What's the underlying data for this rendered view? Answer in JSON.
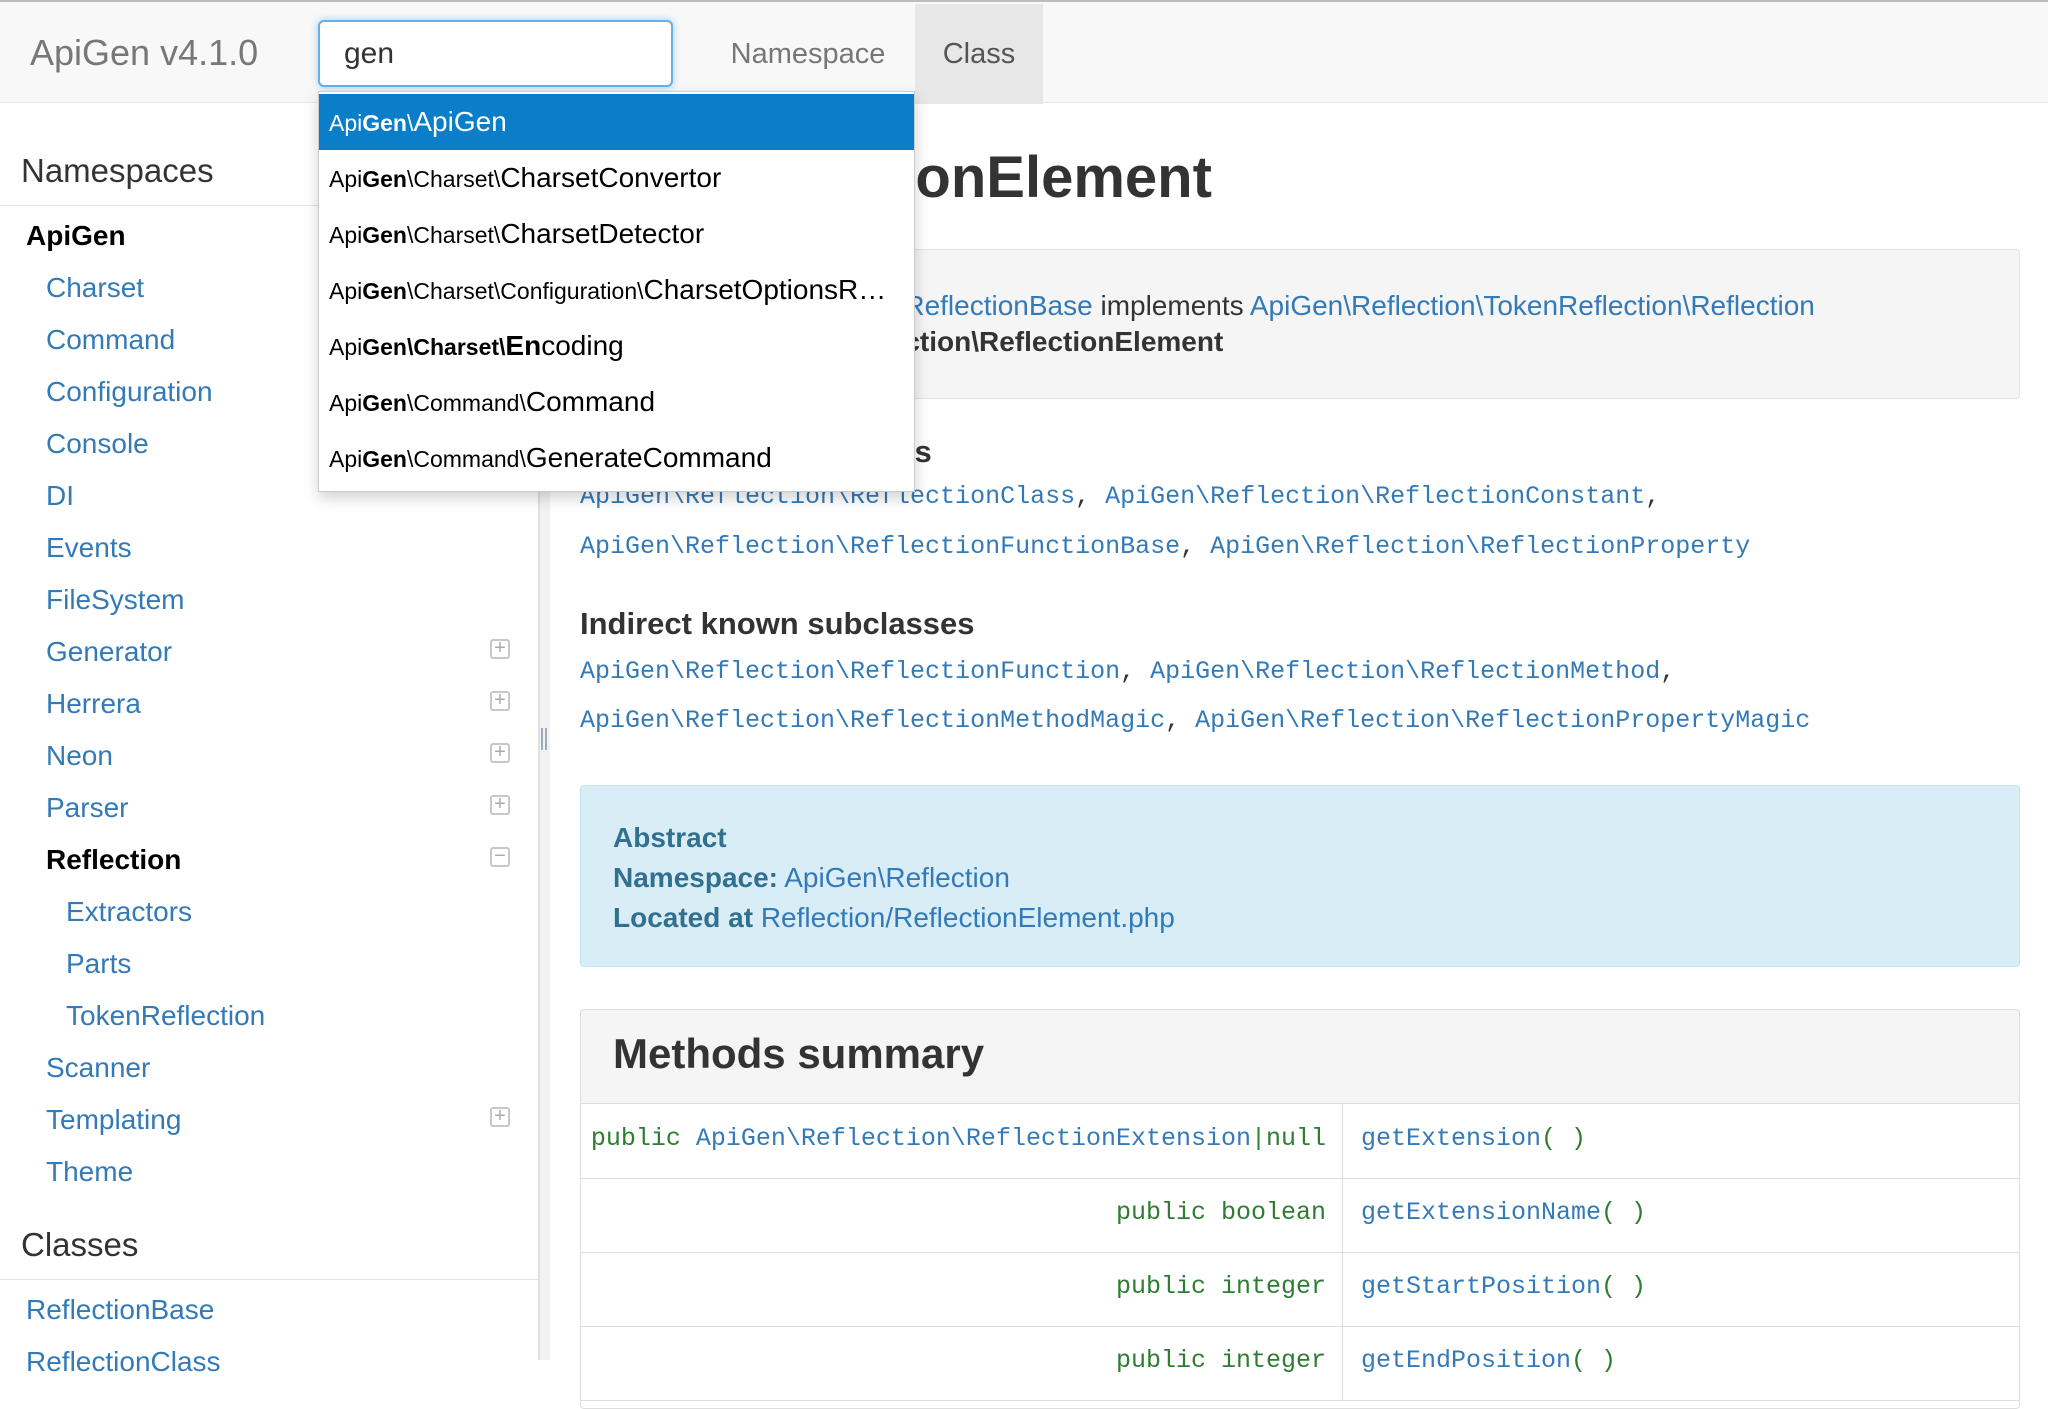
{
  "navbar": {
    "brand": "ApiGen v4.1.0",
    "search_value": "gen",
    "nav_namespace": "Namespace",
    "nav_class": "Class"
  },
  "autocomplete": {
    "items": [
      {
        "pre": "Api",
        "match": "Gen",
        "mid": "\\",
        "last": "ApiGen"
      },
      {
        "pre": "Api",
        "match": "Gen",
        "mid": "\\Charset\\",
        "last": "CharsetConvertor"
      },
      {
        "pre": "Api",
        "match": "Gen",
        "mid": "\\Charset\\",
        "last": "CharsetDetector"
      },
      {
        "pre": "Api",
        "match": "Gen",
        "mid": "\\Charset\\Configuration\\",
        "last": "CharsetOptionsR…"
      },
      {
        "pre": "Api",
        "match": "Gen",
        "mid": "\\Charset\\",
        "match2": "En",
        "last": "coding"
      },
      {
        "pre": "Api",
        "match": "Gen",
        "mid": "\\Command\\",
        "last": "Command"
      },
      {
        "pre": "Api",
        "match": "Gen",
        "mid": "\\Command\\",
        "last": "GenerateCommand"
      }
    ]
  },
  "sidebar": {
    "namespaces_heading": "Namespaces",
    "root": "ApiGen",
    "namespaces": [
      "Charset",
      "Command",
      "Configuration",
      "Console",
      "DI",
      "Events",
      "FileSystem",
      "Generator",
      "Herrera",
      "Neon",
      "Parser",
      "Reflection",
      "Extractors",
      "Parts",
      "TokenReflection",
      "Scanner",
      "Templating",
      "Theme"
    ],
    "classes_heading": "Classes",
    "classes": [
      "ReflectionBase",
      "ReflectionClass"
    ]
  },
  "main": {
    "title_visible": "tionElement",
    "hierarchy_line1_a": "n\\ReflectionBase",
    "hierarchy_line1_b": " implements ",
    "hierarchy_line1_c": "ApiGen\\Reflection\\TokenReflection\\Reflection",
    "hierarchy_line2": "lection\\ReflectionElement",
    "direct_subclasses_visible": "ses",
    "direct": [
      "ApiGen\\Reflection\\ReflectionClass",
      "ApiGen\\Reflection\\ReflectionConstant",
      "ApiGen\\Reflection\\ReflectionFunctionBase",
      "ApiGen\\Reflection\\ReflectionProperty"
    ],
    "indirect_heading": "Indirect known subclasses",
    "indirect": [
      "ApiGen\\Reflection\\ReflectionFunction",
      "ApiGen\\Reflection\\ReflectionMethod",
      "ApiGen\\Reflection\\ReflectionMethodMagic",
      "ApiGen\\Reflection\\ReflectionPropertyMagic"
    ],
    "info": {
      "abstract": "Abstract",
      "namespace_label": "Namespace:",
      "namespace_value": "ApiGen\\Reflection",
      "located_label": "Located at",
      "located_value": "Reflection/ReflectionElement.php"
    },
    "methods_title": "Methods summary",
    "methods": [
      {
        "type_pre": "public ",
        "type_link": "ApiGen\\Reflection\\ReflectionExtension",
        "type_post": "|null",
        "name": "getExtension",
        "parens": "( )"
      },
      {
        "type_pre": "public boolean",
        "type_link": "",
        "type_post": "",
        "name": "getExtensionName",
        "parens": "( )"
      },
      {
        "type_pre": "public integer",
        "type_link": "",
        "type_post": "",
        "name": "getStartPosition",
        "parens": "( )"
      },
      {
        "type_pre": "public integer",
        "type_link": "",
        "type_post": "",
        "name": "getEndPosition",
        "parens": "( )"
      }
    ]
  }
}
